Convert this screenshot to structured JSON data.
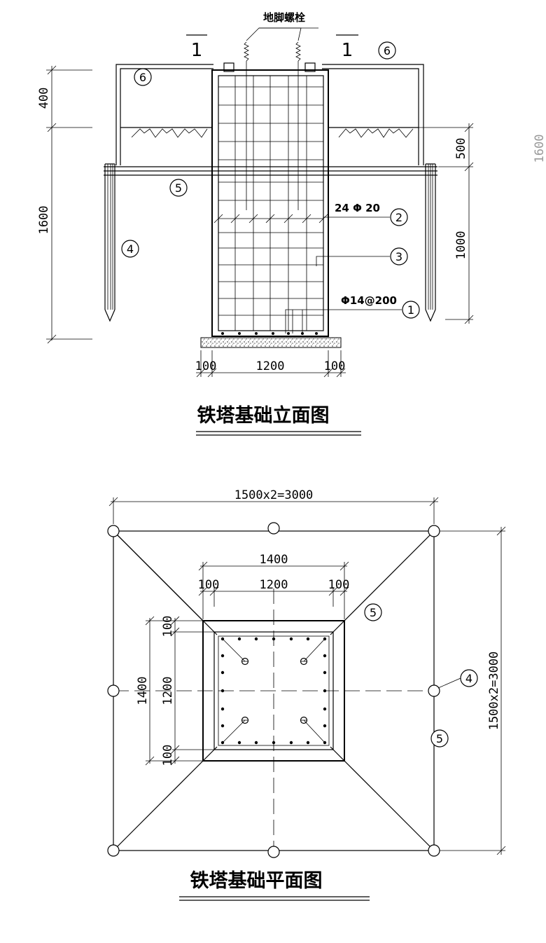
{
  "elevation": {
    "anchor_bolt_label": "地脚螺栓",
    "section_mark": "1",
    "rebar_label": "24 Φ 20",
    "stirrup_label": "Φ14@200",
    "callouts": [
      "1",
      "2",
      "3",
      "4",
      "5",
      "6"
    ],
    "dims_left": [
      "400",
      "1600"
    ],
    "dims_right": [
      "500",
      "1000"
    ],
    "dims_bottom": [
      "100",
      "1200",
      "100"
    ],
    "cut_text": "1600",
    "title": "铁塔基础立面图"
  },
  "plan": {
    "dim_top_overall": "1500x2=3000",
    "dim_inner_overall": "1400",
    "dims_inner_top": [
      "100",
      "1200",
      "100"
    ],
    "dim_left_overall": "1400",
    "dim_left_mid": "1200",
    "dims_left_side": [
      "100",
      "100"
    ],
    "dim_right_overall": "1500x2=3000",
    "callouts": [
      "5",
      "4",
      "5"
    ],
    "title": "铁塔基础平面图"
  }
}
